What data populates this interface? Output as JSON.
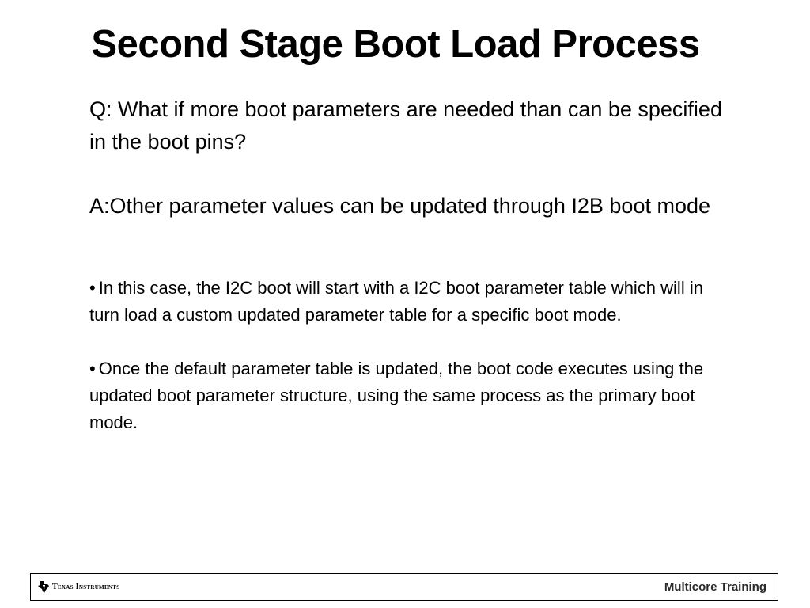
{
  "slide": {
    "title": "Second Stage Boot Load Process",
    "question": "Q: What if more boot parameters are needed than can be specified in the boot pins?",
    "answer": "A:Other parameter values can be updated through I2B boot mode",
    "bullet_symbol": "•",
    "bullets": [
      "In this case, the I2C boot will start with a I2C boot parameter table which will in turn load a custom updated parameter table for a specific boot mode.",
      "Once the default parameter table is updated, the boot code executes using the updated boot parameter structure, using the same process as the primary boot mode."
    ]
  },
  "footer": {
    "logo_text": "Texas Instruments",
    "logo_icon": "texas-state-icon",
    "right_label": "Multicore Training"
  }
}
